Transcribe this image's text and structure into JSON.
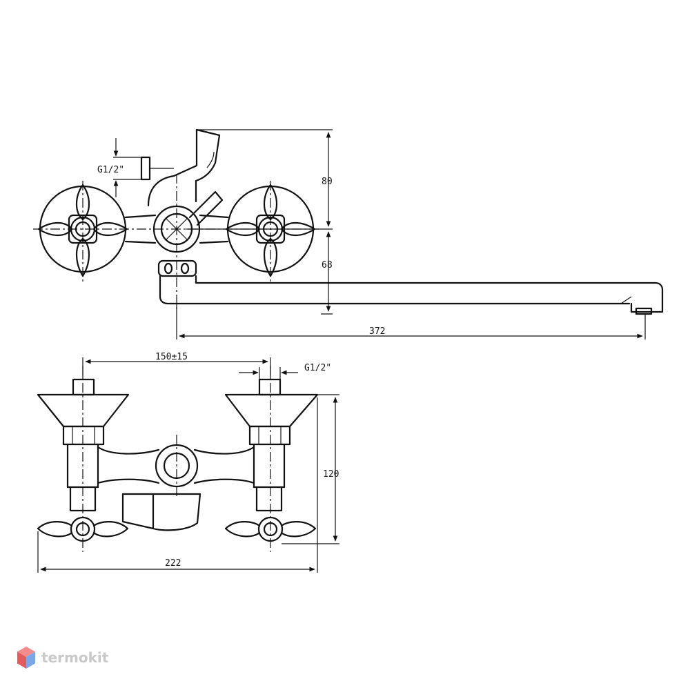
{
  "diagram": {
    "type": "technical-drawing",
    "dimensions": {
      "top_thread": "G1/2\"",
      "height_upper": "80",
      "height_lower": "68",
      "spout_length": "372",
      "center_distance": "150±15",
      "bottom_thread": "G1/2\"",
      "body_height": "120",
      "overall_width": "222"
    }
  },
  "watermark": {
    "text": "termokit",
    "colors": {
      "top": "#f28b8b",
      "left": "#e35b5b",
      "right": "#7aa7e8"
    }
  }
}
